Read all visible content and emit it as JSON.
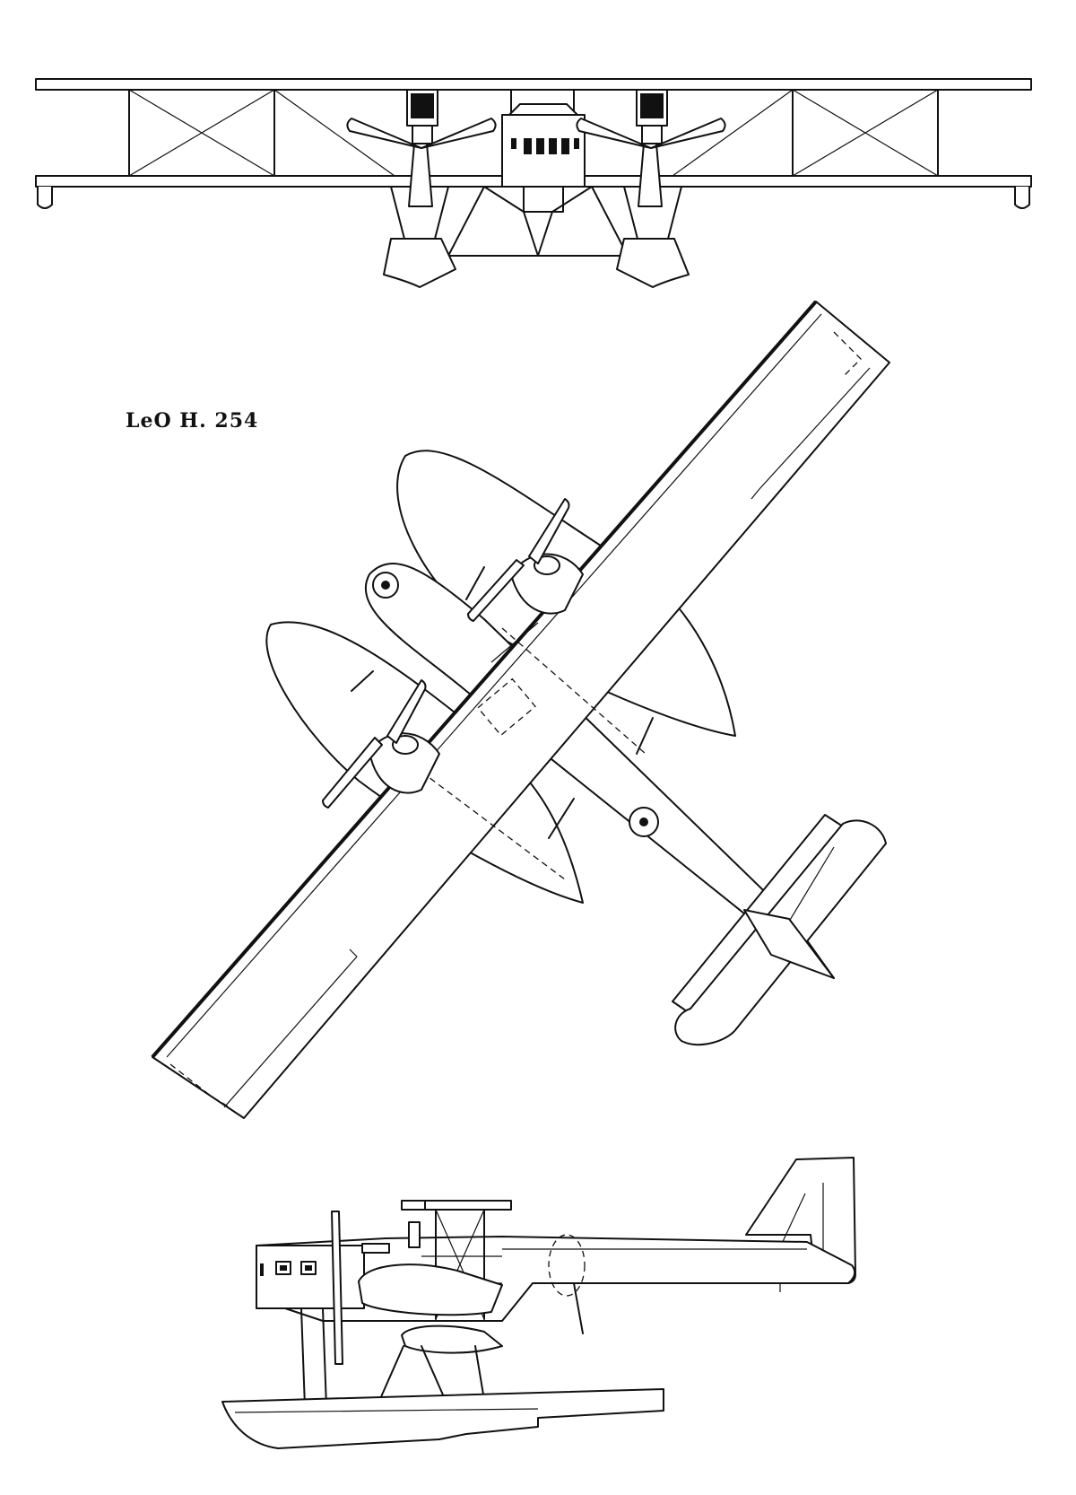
{
  "drawing": {
    "caption": "LeO H. 254",
    "line_color": "#111111",
    "paper_color": "#ffffff",
    "views": [
      "front-view",
      "plan-view",
      "side-view"
    ]
  }
}
